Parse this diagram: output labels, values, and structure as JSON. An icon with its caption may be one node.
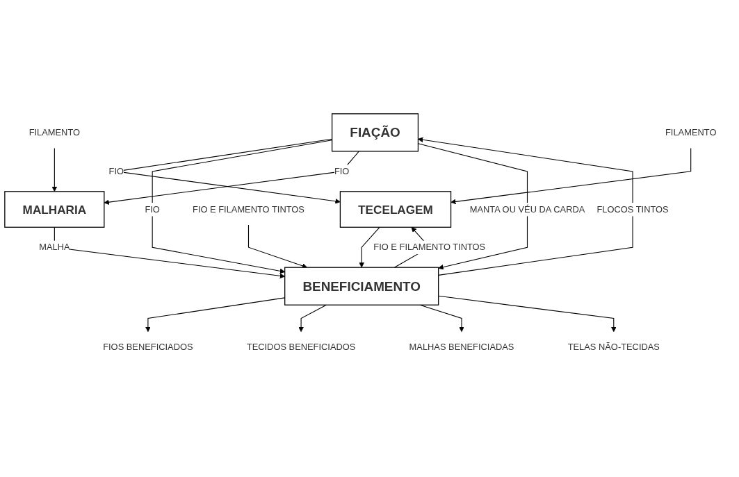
{
  "diagram": {
    "nodes": [
      {
        "text": [
          "FIAÇÃO"
        ]
      },
      {
        "text": [
          "TECELAGEM"
        ]
      },
      {
        "text": [
          "MALHARIA"
        ]
      },
      {
        "text": [
          "BENEFICIAMENTO"
        ]
      },
      {
        "text": [
          "FILAMENTO"
        ]
      },
      {
        "text": [
          "FILAMENTO"
        ]
      },
      {
        "text": [
          "FIO E FILAMENTO TINTOS"
        ]
      },
      {
        "text": [
          "FIOS BENEFICIADOS"
        ]
      },
      {
        "text": [
          "TECIDOS BENEFICIADOS"
        ]
      },
      {
        "text": [
          "MALHAS BENEFICIADAS"
        ]
      },
      {
        "text": [
          "TELAS NÃO-TECIDAS"
        ]
      }
    ],
    "edges": [
      {
        "from": 3,
        "to": 0,
        "arrow": "to",
        "label": "FLOCOS TINTOS"
      },
      {
        "from": 0,
        "to": 1,
        "arrow": "to",
        "label": "FIO"
      },
      {
        "from": 4,
        "to": 1,
        "arrow": "to"
      },
      {
        "from": 3,
        "to": 1,
        "arrow": "to",
        "label": "FIO E FILAMENTO TINTOS"
      },
      {
        "from": 1,
        "to": 3,
        "arrow": "to"
      },
      {
        "from": 0,
        "to": 3,
        "arrow": "to",
        "label": "FIO"
      },
      {
        "from": 5,
        "to": 2,
        "arrow": "to"
      },
      {
        "from": 0,
        "to": 2,
        "arrow": "to",
        "label": "FIO"
      },
      {
        "from": 2,
        "to": 3,
        "arrow": "to",
        "label": "MALHA"
      },
      {
        "from": 6,
        "to": 3,
        "arrow": "to"
      },
      {
        "from": 0,
        "to": 3,
        "arrow": "to",
        "label": "MANTA OU VÉU DA CARDA"
      },
      {
        "from": 3,
        "to": 7,
        "arrow": "to"
      },
      {
        "from": 3,
        "to": 8,
        "arrow": "to"
      },
      {
        "from": 3,
        "to": 9,
        "arrow": "to"
      },
      {
        "from": 3,
        "to": 10,
        "arrow": "to"
      }
    ]
  }
}
